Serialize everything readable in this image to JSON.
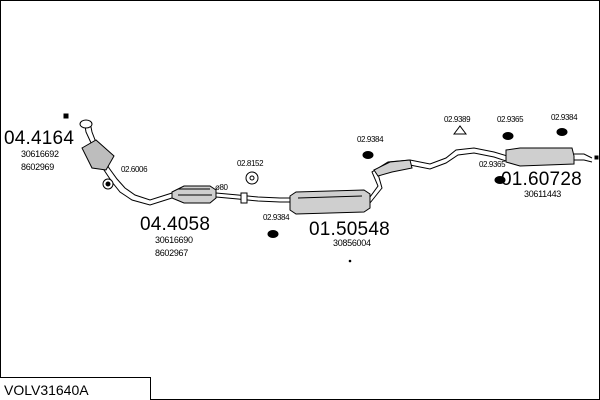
{
  "model": "VOLV31640A",
  "parts": [
    {
      "code": "04.4164",
      "refs": [
        "30616692",
        "8602969"
      ]
    },
    {
      "code": "04.4058",
      "refs": [
        "30616690",
        "8602967"
      ]
    },
    {
      "code": "01.50548",
      "refs": [
        "30856004"
      ]
    },
    {
      "code": "01.60728",
      "refs": [
        "30611443"
      ]
    }
  ],
  "accessories": [
    "02.6006",
    "02.8152",
    "02.9384",
    "02.9384",
    "02.9389",
    "02.9365",
    "02.9365",
    "02.9384"
  ],
  "dimension": "ø80"
}
